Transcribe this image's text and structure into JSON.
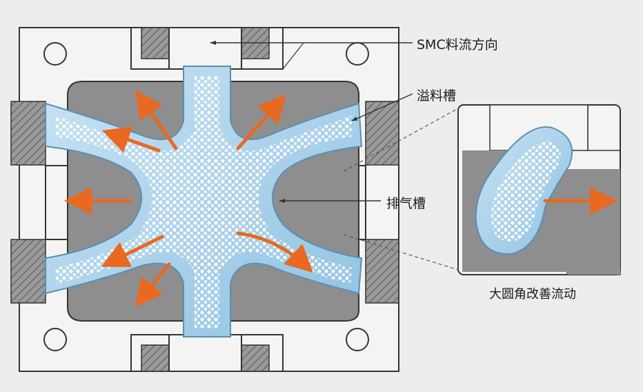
{
  "labels": {
    "flow_direction": "SMC料流方向",
    "overflow_groove": "溢料槽",
    "vent_groove": "排气槽",
    "large_radius": "大圆角改善流动"
  },
  "colors": {
    "background": "#ededeb",
    "mold_plate": "#f4f4f2",
    "cavity_gray": "#8a8a8a",
    "channel_blue": "#9fcbe6",
    "channel_light": "#d9ecf7",
    "beads": "#ffffff",
    "arrow_orange": "#e8691f",
    "outline": "#333333"
  },
  "icons": {
    "flow_arrow": "orange-arrow-icon",
    "hatch": "hatched-insert-icon"
  }
}
